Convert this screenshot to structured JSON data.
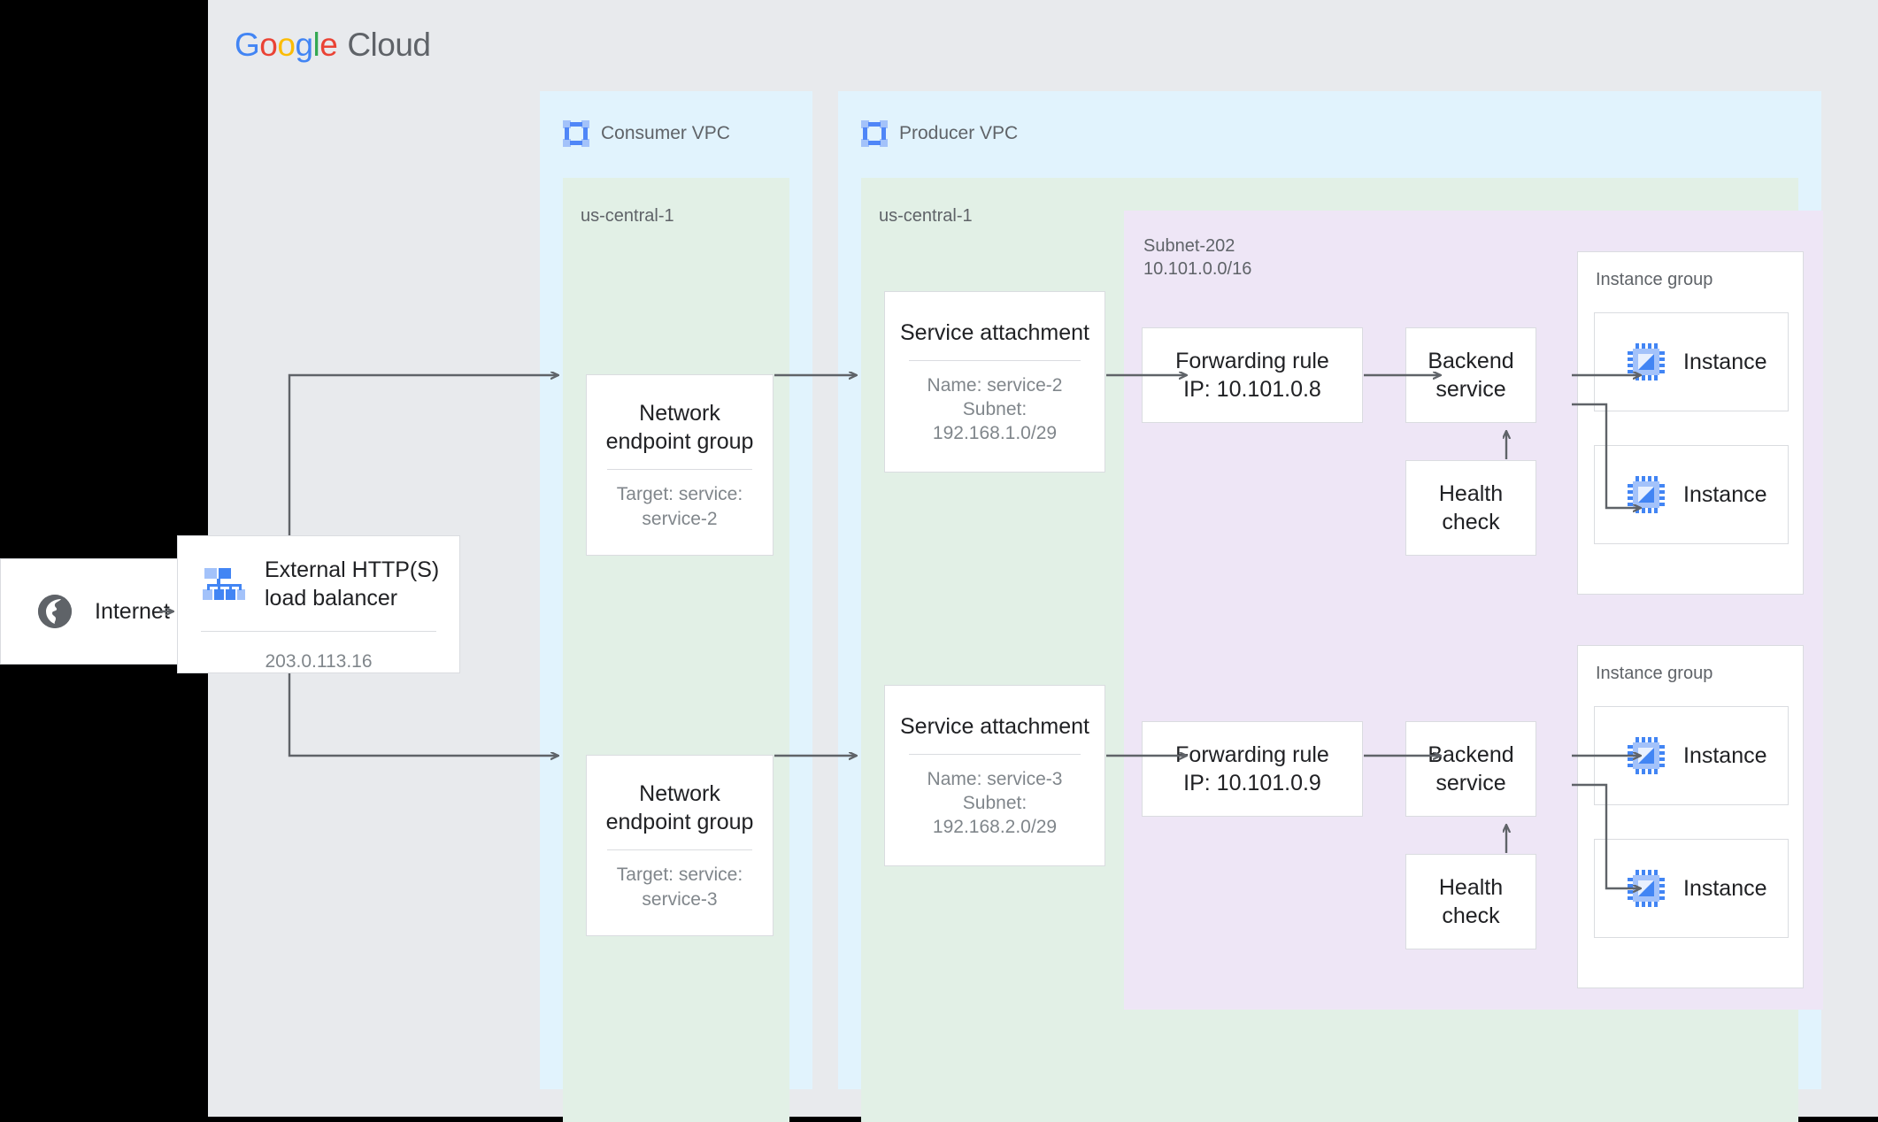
{
  "brand": {
    "google": [
      "G",
      "o",
      "o",
      "g",
      "l",
      "e"
    ],
    "cloud": "Cloud"
  },
  "internet": {
    "label": "Internet",
    "icon": "globe-icon"
  },
  "load_balancer": {
    "title_line1": "External HTTP(S)",
    "title_line2": "load balancer",
    "ip": "203.0.113.16",
    "icon": "load-balancer-icon"
  },
  "consumer_vpc": {
    "label": "Consumer VPC",
    "icon": "vpc-icon",
    "region": "us-central-1",
    "negs": [
      {
        "title_line1": "Network",
        "title_line2": "endpoint group",
        "sub_line1": "Target: service:",
        "sub_line2": "service-2"
      },
      {
        "title_line1": "Network",
        "title_line2": "endpoint group",
        "sub_line1": "Target: service:",
        "sub_line2": "service-3"
      }
    ]
  },
  "producer_vpc": {
    "label": "Producer VPC",
    "icon": "vpc-icon",
    "region": "us-central-1",
    "service_attachments": [
      {
        "title": "Service attachment",
        "sub_line1": "Name: service-2",
        "sub_line2": "Subnet:",
        "sub_line3": "192.168.1.0/29"
      },
      {
        "title": "Service attachment",
        "sub_line1": "Name: service-3",
        "sub_line2": "Subnet:",
        "sub_line3": "192.168.2.0/29"
      }
    ],
    "subnet": {
      "name": "Subnet-202",
      "cidr": "10.101.0.0/16",
      "stacks": [
        {
          "forwarding_rule_line1": "Forwarding rule",
          "forwarding_rule_line2": "IP: 10.101.0.8",
          "backend_service_line1": "Backend",
          "backend_service_line2": "service",
          "health_check_line1": "Health",
          "health_check_line2": "check",
          "instance_group_label": "Instance group",
          "instances": [
            "Instance",
            "Instance"
          ]
        },
        {
          "forwarding_rule_line1": "Forwarding rule",
          "forwarding_rule_line2": "IP: 10.101.0.9",
          "backend_service_line1": "Backend",
          "backend_service_line2": "service",
          "health_check_line1": "Health",
          "health_check_line2": "check",
          "instance_group_label": "Instance group",
          "instances": [
            "Instance",
            "Instance"
          ]
        }
      ]
    }
  },
  "colors": {
    "canvas": "#e8eaed",
    "vpc_panel": "#e1f3fd",
    "region_panel": "#e2f0e6",
    "subnet_panel": "#eee6f6",
    "connector": "#5f6368",
    "card_border": "#dadce0",
    "text_primary": "#202124",
    "text_secondary": "#5f6368",
    "text_muted": "#80868b",
    "accent_blue": "#4285f4"
  }
}
